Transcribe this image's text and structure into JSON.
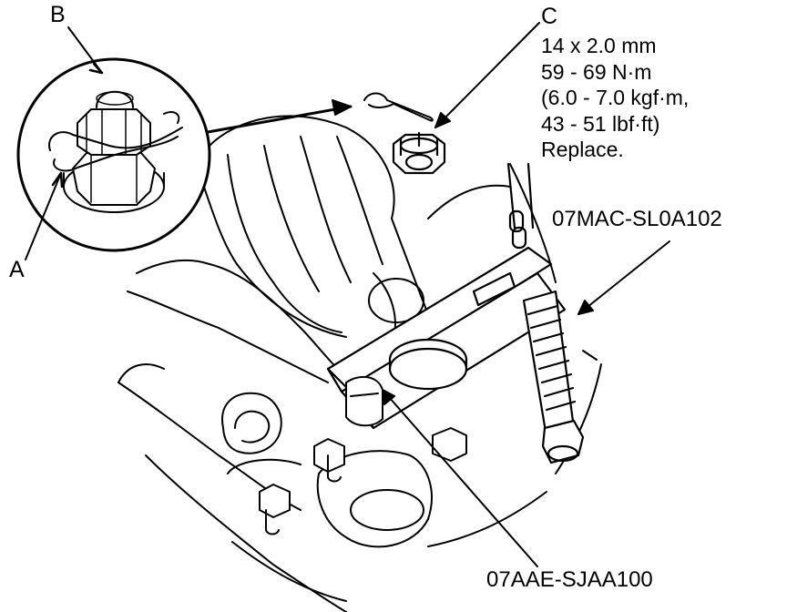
{
  "callouts": {
    "a": "A",
    "b": "B",
    "c": "C"
  },
  "spec_c": {
    "size": "14 x 2.0 mm",
    "torque_nm": "59 - 69 N·m",
    "torque_kgf": "(6.0 - 7.0 kgf·m,",
    "torque_lbf": "43 - 51 lbf·ft)",
    "note": "Replace."
  },
  "tools": {
    "upper": "07MAC-SL0A102",
    "lower": "07AAE-SJAA100"
  },
  "colors": {
    "ink": "#000000",
    "paper": "#ffffff"
  }
}
